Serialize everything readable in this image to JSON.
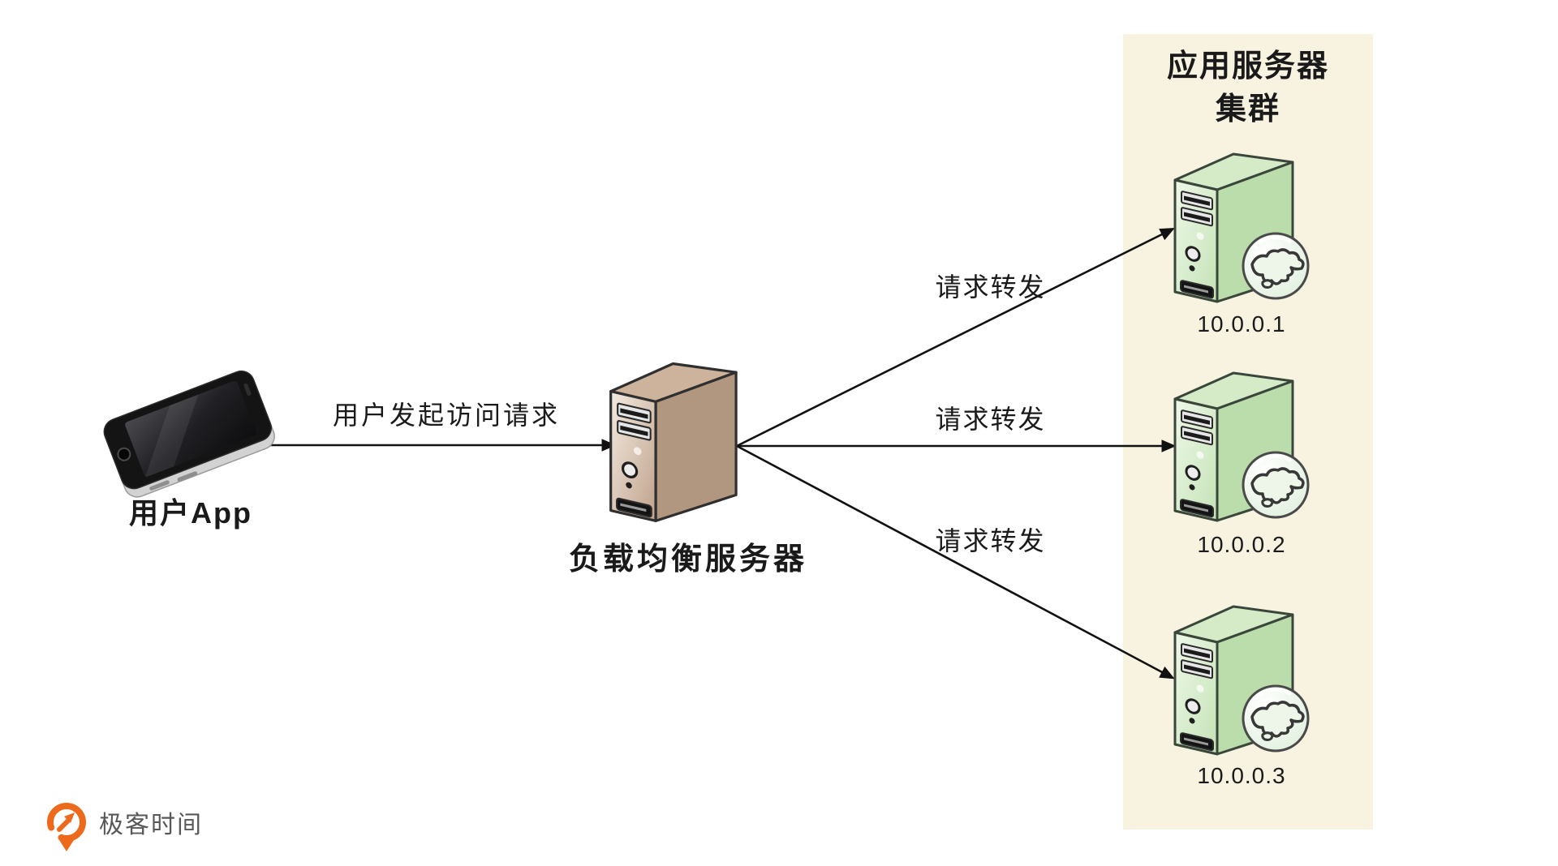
{
  "diagram": {
    "client": {
      "label": "用户App"
    },
    "load_balancer": {
      "label": "负载均衡服务器"
    },
    "request_edge": {
      "label": "用户发起访问请求"
    },
    "forward_edges": [
      {
        "label": "请求转发"
      },
      {
        "label": "请求转发"
      },
      {
        "label": "请求转发"
      }
    ],
    "cluster": {
      "title_line1": "应用服务器",
      "title_line2": "集群",
      "servers": [
        {
          "ip": "10.0.0.1"
        },
        {
          "ip": "10.0.0.2"
        },
        {
          "ip": "10.0.0.3"
        }
      ]
    }
  },
  "branding": {
    "name": "极客时间"
  },
  "icons": {
    "client": "smartphone-icon",
    "load_balancer": "server-tower-icon",
    "app_server": "server-tower-globe-icon",
    "logo": "geektime-logo-icon"
  },
  "colors": {
    "panel_bg": "#F8F2E0",
    "arrow": "#111111",
    "lb_server": "#B29780",
    "app_server": "#BBDDAC",
    "logo_orange": "#ED6A1C",
    "logo_text": "#595757"
  }
}
